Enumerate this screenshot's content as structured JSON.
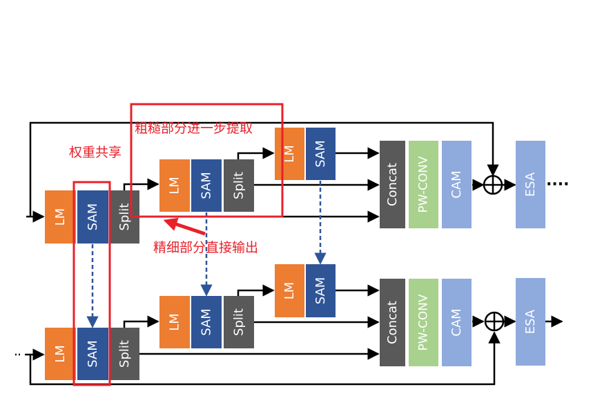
{
  "labels": {
    "lm": "LM",
    "sam": "SAM",
    "split": "Split",
    "concat": "Concat",
    "pwconv": "PW-CONV",
    "cam": "CAM",
    "esa": "ESA",
    "dots": "····",
    "plus": "+"
  },
  "annotations": {
    "coarse": "粗糙部分进一步提取",
    "shared": "权重共享",
    "fine": "精细部分直接输出"
  },
  "colors": {
    "lm": "#ED7D31",
    "sam": "#2F5597",
    "split": "#595959",
    "concat": "#595959",
    "pwconv": "#A9D18E",
    "cam": "#8FAADC",
    "esa": "#8FAADC",
    "highlight": "#E8202A",
    "dashed": "#2F5597",
    "line": "#000000"
  }
}
